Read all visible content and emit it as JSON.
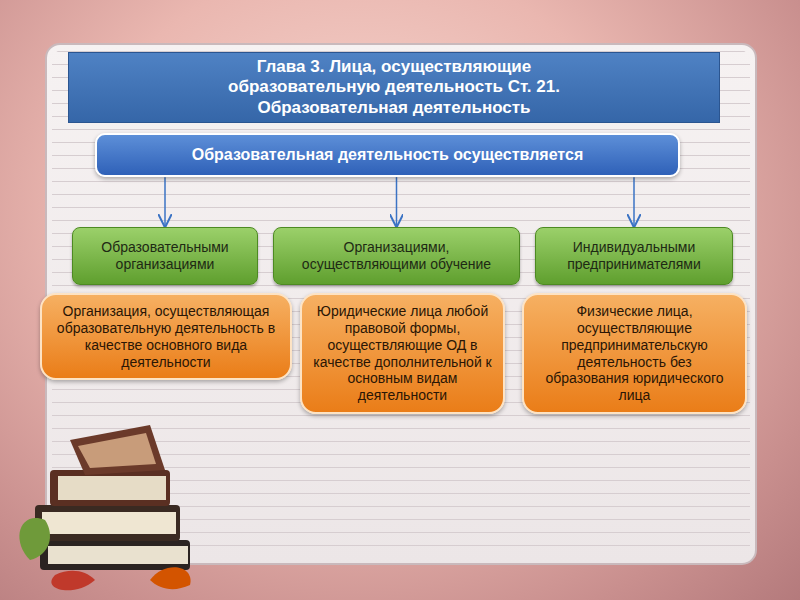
{
  "diagram": {
    "title": "Глава 3. Лица, осуществляющие образовательную деятельность Ст. 21. Образовательная деятельность",
    "nodes": [
      {
        "text": [
          "Образовательная деятельность осуществляется"
        ]
      },
      {
        "text": [
          "Образовательными организациями"
        ]
      },
      {
        "text": [
          "Организациями, осуществляющими обучение"
        ]
      },
      {
        "text": [
          "Индивидуальными предпринимателями"
        ]
      },
      {
        "text": [
          "Организация, осуществляющая образовательную деятельность в качестве основного вида деятельности"
        ]
      },
      {
        "text": [
          "Юридические лица любой правовой формы, осуществляющие ОД в качестве дополнительной к основным видам деятельности"
        ]
      },
      {
        "text": [
          "Физические лица, осуществляющие предпринимательскую деятельность без образования юридического лица"
        ]
      }
    ],
    "edges": [
      {
        "from": 0,
        "to": 1,
        "arrow": "to"
      },
      {
        "from": 0,
        "to": 2,
        "arrow": "to"
      },
      {
        "from": 0,
        "to": 3,
        "arrow": "to"
      }
    ]
  }
}
